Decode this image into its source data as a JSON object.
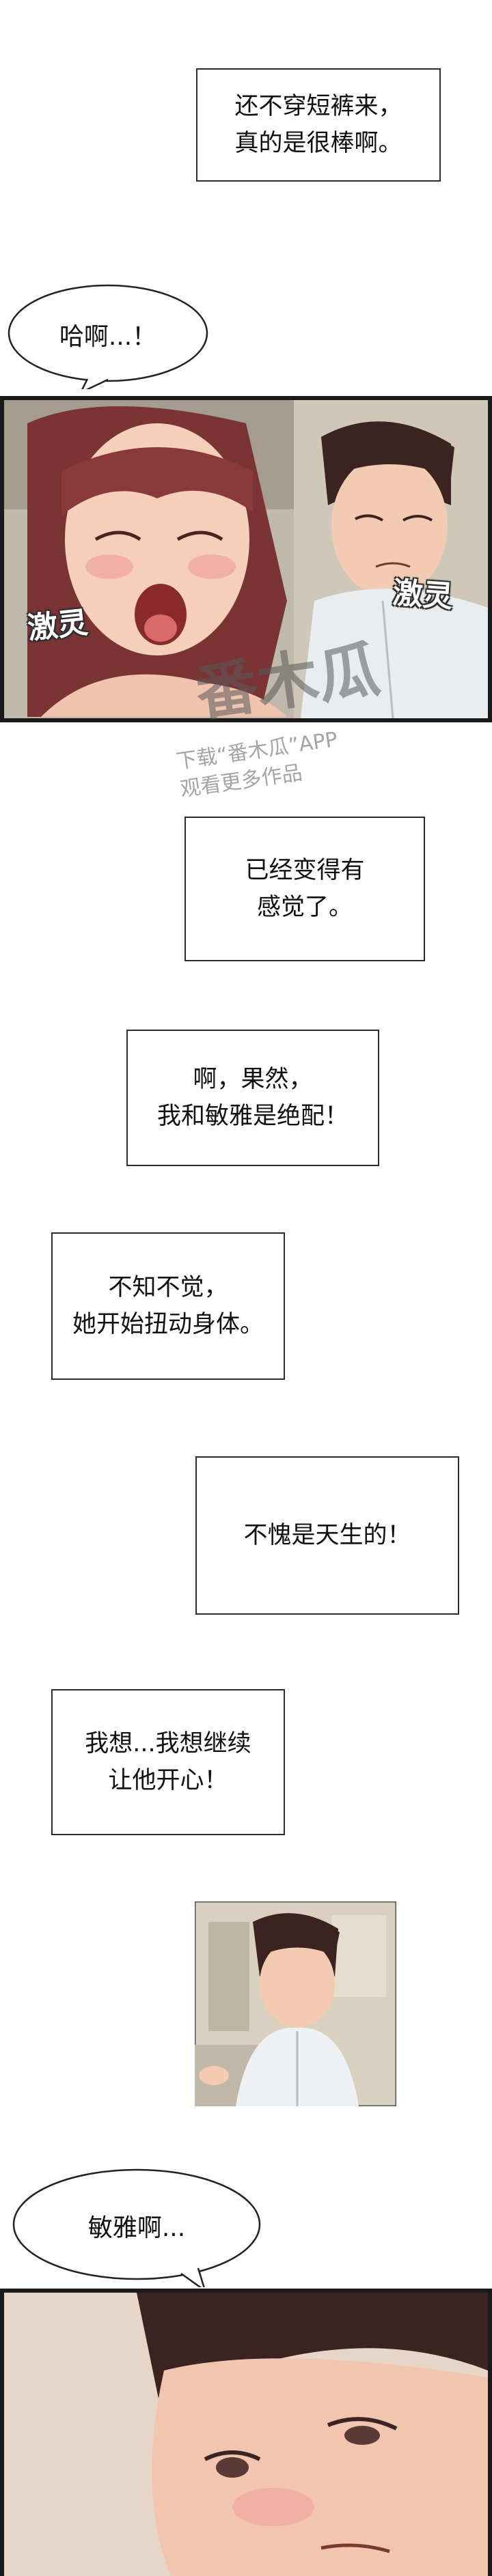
{
  "page": {
    "narration": [
      "还不穿短裤来，\n真的是很棒啊。",
      "已经变得有\n感觉了。",
      "啊，果然，\n我和敏雅是绝配！",
      "不知不觉，\n她开始扭动身体。",
      "不愧是天生的！",
      "我想...我想继续\n让他开心！"
    ],
    "speech": [
      "哈啊...！",
      "敏雅啊..."
    ],
    "sfx": [
      "激灵",
      "激灵"
    ],
    "watermark": {
      "logo": "番木瓜",
      "tagline": "下载“番木瓜”APP\n观看更多作品"
    }
  },
  "colors": {
    "skin": "#f4cdb8",
    "hair_dark": "#3a2320",
    "hair_red": "#8a3a3a",
    "shirt": "#e8ecef",
    "bg_room": "#cfc6b4"
  }
}
